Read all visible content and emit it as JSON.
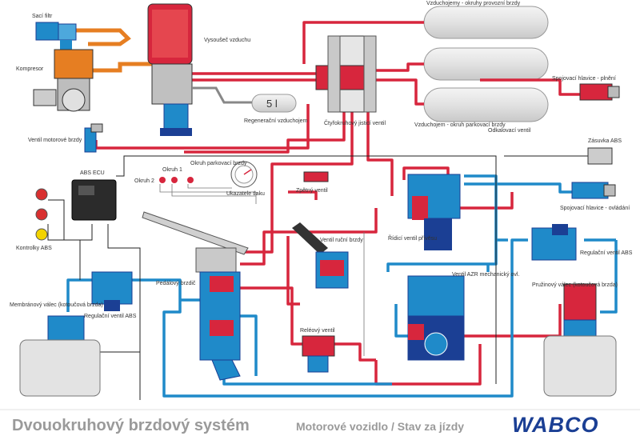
{
  "footer": {
    "title": "Dvouokruhový brzdový systém",
    "subtitle": "Motorové vozidlo / Stav za jízdy",
    "logo": "WABCO"
  },
  "labels": {
    "saci_filtr": "Sací filtr",
    "kompresor": "Kompresor",
    "vysousec": "Vysoušeč vzduchu",
    "regeneracni": "Regenerační vzduchojem",
    "regen_volume": "5 l",
    "ctyrokruhovy": "Čtyřokruhový jisticí ventil",
    "vzduchojemy_provozni": "Vzduchojemy - okruhy provozní brzdy",
    "vzduchojem_parkovaci": "Vzduchojem - okruh parkovací brzdy",
    "odkalovaci": "Odkalovací ventil",
    "spojovaci_plneni": "Spojovací hlavice - plnění",
    "ventil_motorove": "Ventil motorové brzdy",
    "zasuvka_abs": "Zásuvka ABS",
    "abs_ecu": "ABS ECU",
    "okruh2": "Okruh 2",
    "okruh1": "Okruh 1",
    "okruh_parkovaci": "Okruh parkovací brzdy",
    "ukazatele_tlaku": "Ukazatele tlaku",
    "zpetny_ventil": "Zpětný ventil",
    "ridici_ventil": "Řídicí ventil přívěsu",
    "spojovaci_ovladani": "Spojovací hlavice - ovládání",
    "kontrolky_abs": "Kontrolky ABS",
    "ventil_rucni": "Ventil ruční brzdy",
    "regulacni_abs_right": "Regulační ventil ABS",
    "pedalovy": "Pedálový brzdič",
    "ventil_azr": "Ventil AZR mechanický ovl.",
    "pruzinovy": "Pružinový válec (kotoučová brzda)",
    "membranovy": "Membránový válec (kotoučová brzda)",
    "regulacni_abs_left": "Regulační ventil ABS",
    "releovy": "Reléový ventil"
  },
  "colors": {
    "red": "#d7263d",
    "blue": "#1f8ac9",
    "darkblue": "#1b3f94",
    "orange": "#e67e22",
    "tank": "#e8e8e8",
    "gray": "#9a9a9a",
    "lamp_red": "#d93030",
    "lamp_yellow": "#f2d300"
  }
}
